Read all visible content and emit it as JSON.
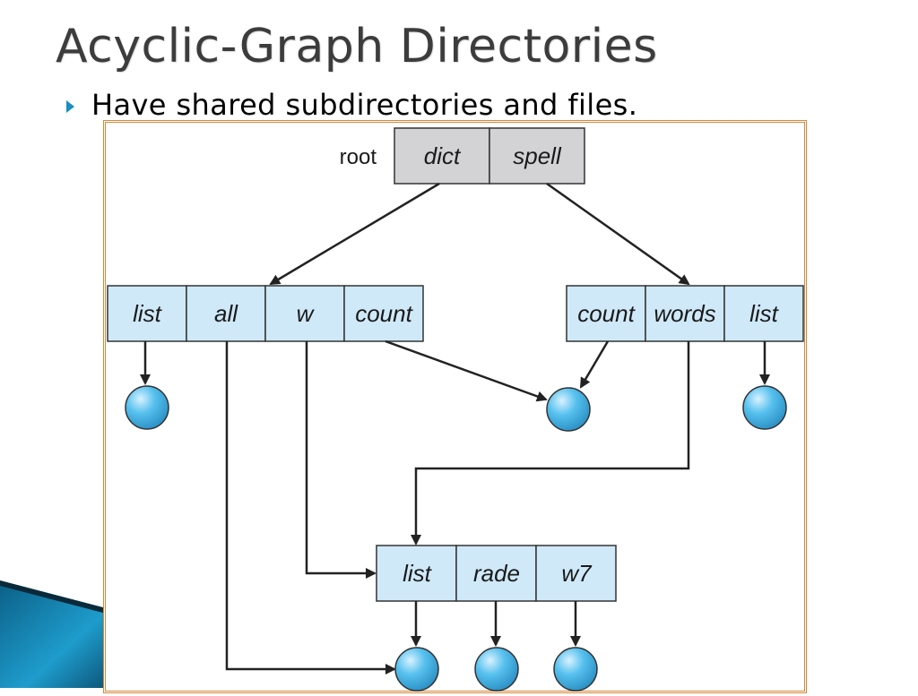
{
  "slide": {
    "title": "Acyclic-Graph Directories",
    "bullet": "Have shared subdirectories and files."
  },
  "colors": {
    "accent": "#1a8fbf",
    "frame_border": "#d4883a",
    "root_fill": "#d3d3d6",
    "dir_fill": "#cfe9f9",
    "file_node": "#56c0ee"
  },
  "diagram": {
    "root_label": "root",
    "root_entries": [
      "dict",
      "spell"
    ],
    "dict_entries": [
      "list",
      "all",
      "w",
      "count"
    ],
    "spell_entries": [
      "count",
      "words",
      "list"
    ],
    "w_entries": [
      "list",
      "rade",
      "w7"
    ]
  }
}
